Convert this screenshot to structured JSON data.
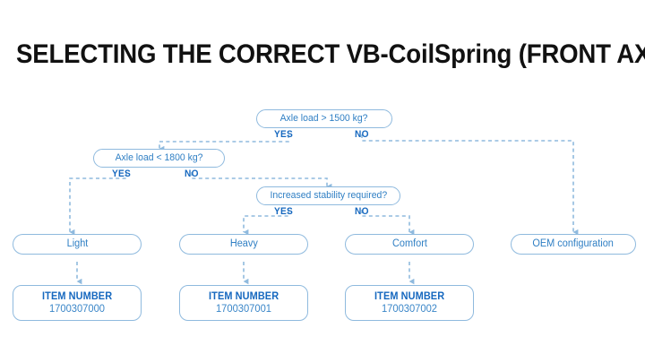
{
  "page": {
    "title": "SELECTING THE CORRECT VB-CoilSpring (FRONT AXLE)",
    "background_color": "#ffffff"
  },
  "theme": {
    "box_border_color": "#8fbade",
    "box_text_color": "#2f7fc4",
    "branch_label_color": "#1668bf",
    "item_title_color": "#1668bf",
    "item_number_color": "#3a86c8",
    "connector_color": "#8fbade",
    "title_color": "#111111"
  },
  "flowchart": {
    "type": "decision-tree",
    "decisions": [
      {
        "id": "d1",
        "question": "Axle load > 1500 kg?",
        "yes_label": "YES",
        "no_label": "NO",
        "yes_target": "d2",
        "no_target": "r4"
      },
      {
        "id": "d2",
        "question": "Axle load < 1800 kg?",
        "yes_label": "YES",
        "no_label": "NO",
        "yes_target": "r1",
        "no_target": "d3"
      },
      {
        "id": "d3",
        "question": "Increased stability required?",
        "yes_label": "YES",
        "no_label": "NO",
        "yes_target": "r2",
        "no_target": "r3"
      }
    ],
    "results": [
      {
        "id": "r1",
        "label": "Light",
        "item_target": "i1"
      },
      {
        "id": "r2",
        "label": "Heavy",
        "item_target": "i2"
      },
      {
        "id": "r3",
        "label": "Comfort",
        "item_target": "i3"
      },
      {
        "id": "r4",
        "label": "OEM configuration",
        "item_target": null
      }
    ],
    "items": [
      {
        "id": "i1",
        "title": "ITEM NUMBER",
        "number": "1700307000"
      },
      {
        "id": "i2",
        "title": "ITEM NUMBER",
        "number": "1700307001"
      },
      {
        "id": "i3",
        "title": "ITEM NUMBER",
        "number": "1700307002"
      }
    ]
  }
}
